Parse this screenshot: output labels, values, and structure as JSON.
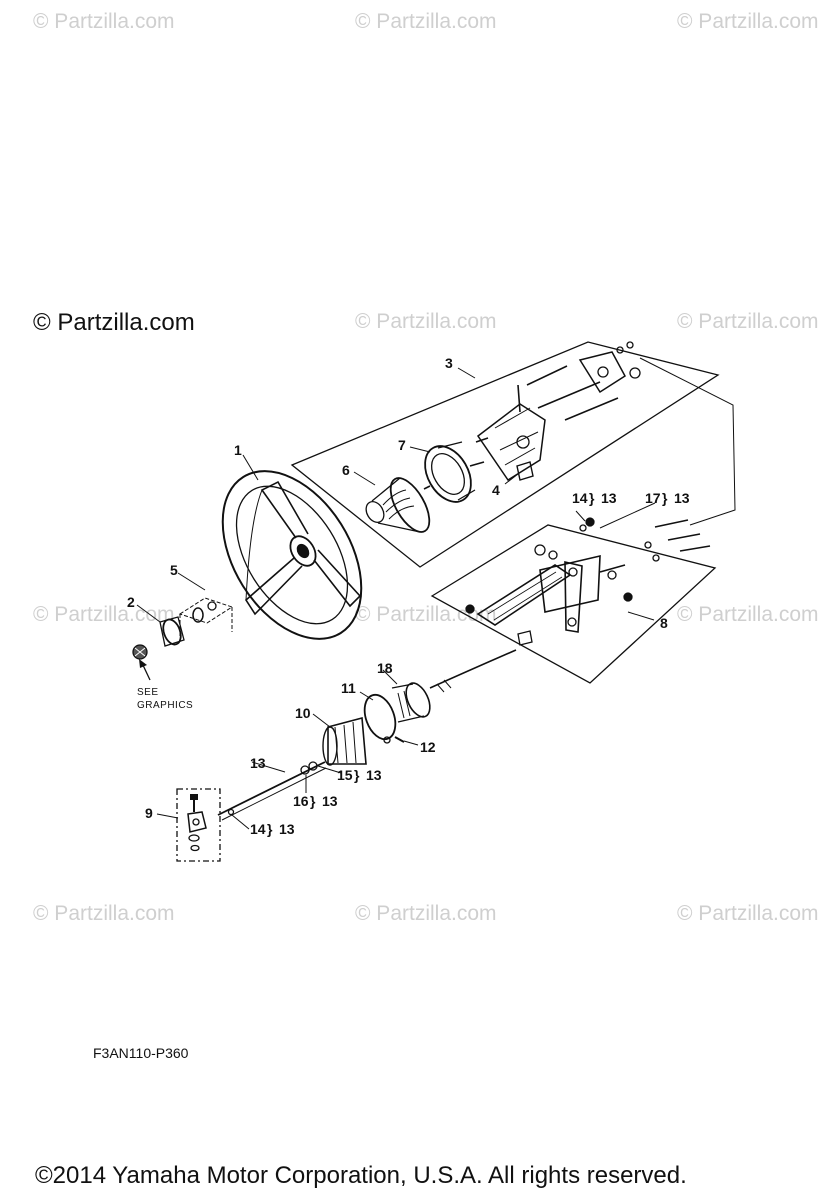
{
  "watermark": "© Partzilla.com",
  "brand": "© Partzilla.com",
  "callouts": {
    "c1": "1",
    "c2": "2",
    "c3": "3",
    "c4": "4",
    "c5": "5",
    "c6": "6",
    "c7": "7",
    "c8": "8",
    "c9": "9",
    "c10": "10",
    "c11": "11",
    "c12": "12",
    "c13": "13",
    "c14a": "14",
    "c14a_ref": "13",
    "c17": "17",
    "c17_ref": "13",
    "c15": "15",
    "c15_ref": "13",
    "c16": "16",
    "c16_ref": "13",
    "c14b": "14",
    "c14b_ref": "13",
    "c18": "18"
  },
  "see_graphics": {
    "line1": "SEE",
    "line2": "GRAPHICS"
  },
  "diagram_code": "F3AN110-P360",
  "copyright": "©2014  Yamaha Motor Corporation, U.S.A. All rights reserved.",
  "colors": {
    "ink": "#111111",
    "watermark": "#cfcfcf",
    "background": "#ffffff"
  }
}
